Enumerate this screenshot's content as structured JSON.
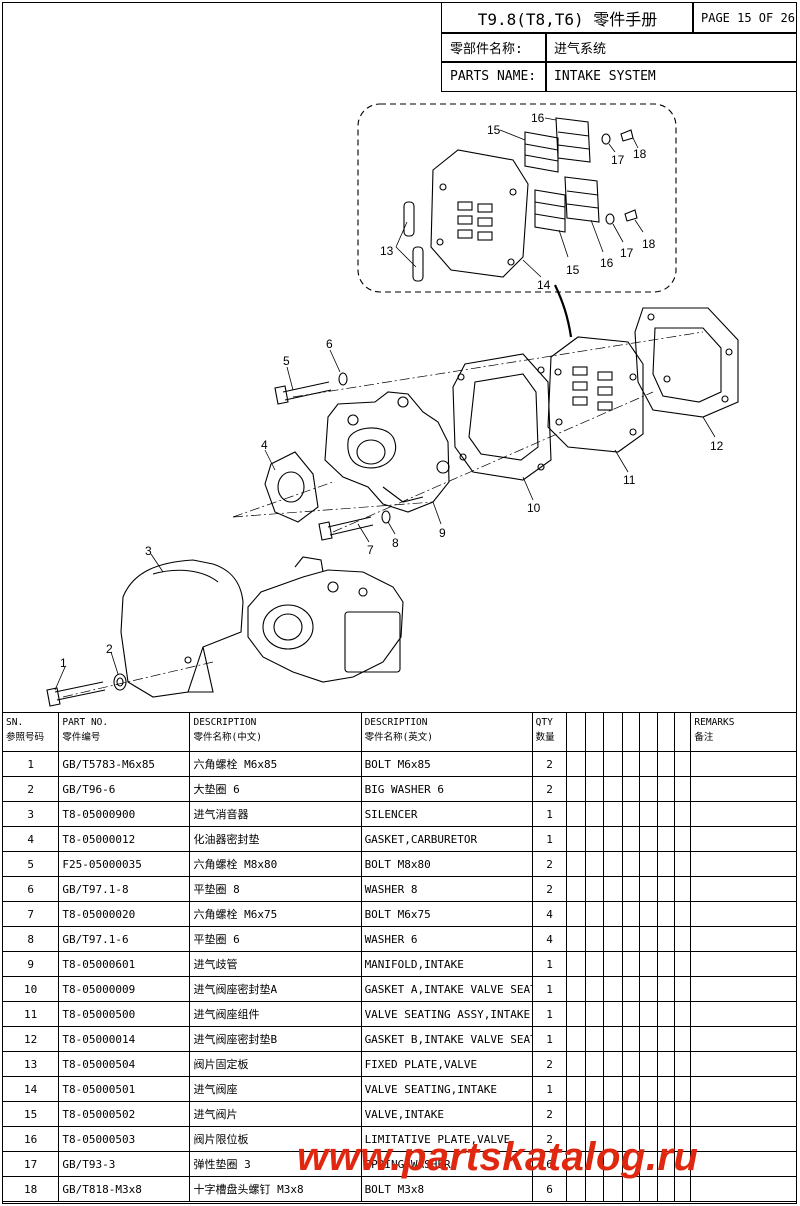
{
  "header": {
    "title": "T9.8(T8,T6) 零件手册",
    "page": "PAGE 15 OF 26",
    "cn_label": "零部件名称:",
    "cn_value": "进气系统",
    "en_label": "PARTS NAME:",
    "en_value": "INTAKE SYSTEM"
  },
  "callouts": [
    "1",
    "2",
    "3",
    "4",
    "5",
    "6",
    "7",
    "8",
    "9",
    "10",
    "11",
    "12",
    "13",
    "14",
    "15",
    "15",
    "16",
    "16",
    "17",
    "17",
    "18",
    "18"
  ],
  "table": {
    "headers": {
      "sn": [
        "SN.",
        "参照号码"
      ],
      "part_no": [
        "PART NO.",
        "零件编号"
      ],
      "desc_cn": [
        "DESCRIPTION",
        "零件名称(中文)"
      ],
      "desc_en": [
        "DESCRIPTION",
        "零件名称(英文)"
      ],
      "qty": [
        "QTY",
        "数量"
      ],
      "remarks": [
        "REMARKS",
        "备注"
      ]
    },
    "rows": [
      {
        "sn": "1",
        "part_no": "GB/T5783-M6x85",
        "cn": "六角螺栓 M6x85",
        "en": "BOLT M6x85",
        "qty": "2"
      },
      {
        "sn": "2",
        "part_no": "GB/T96-6",
        "cn": "大垫圈 6",
        "en": "BIG WASHER 6",
        "qty": "2"
      },
      {
        "sn": "3",
        "part_no": "T8-05000900",
        "cn": "进气消音器",
        "en": "SILENCER",
        "qty": "1"
      },
      {
        "sn": "4",
        "part_no": "T8-05000012",
        "cn": "化油器密封垫",
        "en": "GASKET,CARBURETOR",
        "qty": "1"
      },
      {
        "sn": "5",
        "part_no": "F25-05000035",
        "cn": "六角螺栓 M8x80",
        "en": "BOLT M8x80",
        "qty": "2"
      },
      {
        "sn": "6",
        "part_no": "GB/T97.1-8",
        "cn": "平垫圈 8",
        "en": "WASHER 8",
        "qty": "2"
      },
      {
        "sn": "7",
        "part_no": "T8-05000020",
        "cn": "六角螺栓 M6x75",
        "en": "BOLT M6x75",
        "qty": "4"
      },
      {
        "sn": "8",
        "part_no": "GB/T97.1-6",
        "cn": "平垫圈 6",
        "en": "WASHER 6",
        "qty": "4"
      },
      {
        "sn": "9",
        "part_no": "T8-05000601",
        "cn": "进气歧管",
        "en": "MANIFOLD,INTAKE",
        "qty": "1"
      },
      {
        "sn": "10",
        "part_no": "T8-05000009",
        "cn": "进气阀座密封垫A",
        "en": "GASKET A,INTAKE VALVE SEATING",
        "qty": "1"
      },
      {
        "sn": "11",
        "part_no": "T8-05000500",
        "cn": "进气阀座组件",
        "en": "VALVE SEATING ASSY,INTAKE",
        "qty": "1"
      },
      {
        "sn": "12",
        "part_no": "T8-05000014",
        "cn": "进气阀座密封垫B",
        "en": "GASKET B,INTAKE VALVE SEATING",
        "qty": "1"
      },
      {
        "sn": "13",
        "part_no": "T8-05000504",
        "cn": "阀片固定板",
        "en": "FIXED PLATE,VALVE",
        "qty": "2"
      },
      {
        "sn": "14",
        "part_no": "T8-05000501",
        "cn": "进气阀座",
        "en": "VALVE SEATING,INTAKE",
        "qty": "1"
      },
      {
        "sn": "15",
        "part_no": "T8-05000502",
        "cn": "进气阀片",
        "en": "VALVE,INTAKE",
        "qty": "2"
      },
      {
        "sn": "16",
        "part_no": "T8-05000503",
        "cn": "阀片限位板",
        "en": "LIMITATIVE PLATE,VALVE",
        "qty": "2"
      },
      {
        "sn": "17",
        "part_no": "GB/T93-3",
        "cn": "弹性垫圈 3",
        "en": "SPRING WASHER",
        "qty": "6"
      },
      {
        "sn": "18",
        "part_no": "GB/T818-M3x8",
        "cn": "十字槽盘头螺钉 M3x8",
        "en": "BOLT M3x8",
        "qty": "6"
      }
    ]
  },
  "watermark": "www.partskatalog.ru"
}
